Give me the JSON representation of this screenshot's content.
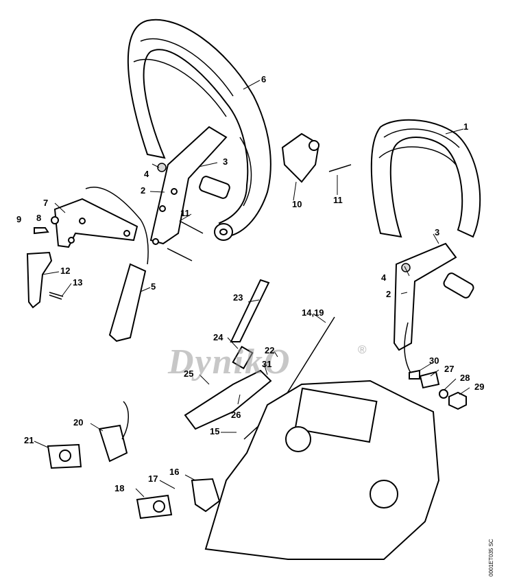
{
  "diagram": {
    "callouts": [
      {
        "id": "c1",
        "text": "1"
      },
      {
        "id": "c2a",
        "text": "2"
      },
      {
        "id": "c2b",
        "text": "2"
      },
      {
        "id": "c3a",
        "text": "3"
      },
      {
        "id": "c3b",
        "text": "3"
      },
      {
        "id": "c4a",
        "text": "4"
      },
      {
        "id": "c4b",
        "text": "4"
      },
      {
        "id": "c5",
        "text": "5"
      },
      {
        "id": "c6",
        "text": "6"
      },
      {
        "id": "c7",
        "text": "7"
      },
      {
        "id": "c8",
        "text": "8"
      },
      {
        "id": "c9",
        "text": "9"
      },
      {
        "id": "c10",
        "text": "10"
      },
      {
        "id": "c11a",
        "text": "11"
      },
      {
        "id": "c11b",
        "text": "11"
      },
      {
        "id": "c12",
        "text": "12"
      },
      {
        "id": "c13",
        "text": "13"
      },
      {
        "id": "c14",
        "text": "14,19"
      },
      {
        "id": "c15",
        "text": "15"
      },
      {
        "id": "c16",
        "text": "16"
      },
      {
        "id": "c17",
        "text": "17"
      },
      {
        "id": "c18",
        "text": "18"
      },
      {
        "id": "c20",
        "text": "20"
      },
      {
        "id": "c21",
        "text": "21"
      },
      {
        "id": "c22",
        "text": "22"
      },
      {
        "id": "c23",
        "text": "23"
      },
      {
        "id": "c24",
        "text": "24"
      },
      {
        "id": "c25",
        "text": "25"
      },
      {
        "id": "c26",
        "text": "26"
      },
      {
        "id": "c27",
        "text": "27"
      },
      {
        "id": "c28",
        "text": "28"
      },
      {
        "id": "c29",
        "text": "29"
      },
      {
        "id": "c30",
        "text": "30"
      },
      {
        "id": "c31",
        "text": "31"
      }
    ],
    "watermark": "DynikO",
    "watermark_mark": "®",
    "drawing_code": "0001ET035 SC"
  }
}
